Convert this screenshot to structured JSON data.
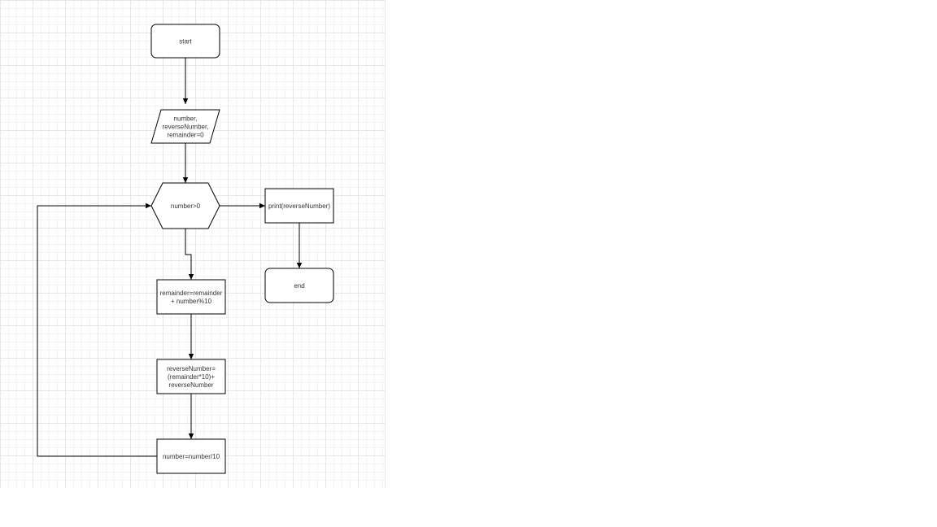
{
  "diagram": {
    "type": "flowchart",
    "nodes": {
      "start": {
        "shape": "terminator",
        "lines": [
          "start"
        ]
      },
      "input": {
        "shape": "parallelogram",
        "lines": [
          "number,",
          "reverseNumber,",
          "remainder=0"
        ]
      },
      "condition": {
        "shape": "hexagon",
        "lines": [
          "number>0"
        ]
      },
      "print": {
        "shape": "process",
        "lines": [
          "print(reverseNumber)"
        ]
      },
      "end": {
        "shape": "terminator",
        "lines": [
          "end"
        ]
      },
      "remainder_step": {
        "shape": "process",
        "lines": [
          "remainder=remainder",
          "+ number%10"
        ]
      },
      "reverse_step": {
        "shape": "process",
        "lines": [
          "reverseNumber=",
          "(remainder*10)+",
          "reverseNumber"
        ]
      },
      "divide_step": {
        "shape": "process",
        "lines": [
          "number=number/10"
        ]
      }
    },
    "edges": [
      {
        "from": "start",
        "to": "input"
      },
      {
        "from": "input",
        "to": "condition"
      },
      {
        "from": "condition",
        "to": "print"
      },
      {
        "from": "print",
        "to": "end"
      },
      {
        "from": "condition",
        "to": "remainder_step"
      },
      {
        "from": "remainder_step",
        "to": "reverse_step"
      },
      {
        "from": "reverse_step",
        "to": "divide_step"
      },
      {
        "from": "divide_step",
        "to": "condition"
      }
    ]
  }
}
